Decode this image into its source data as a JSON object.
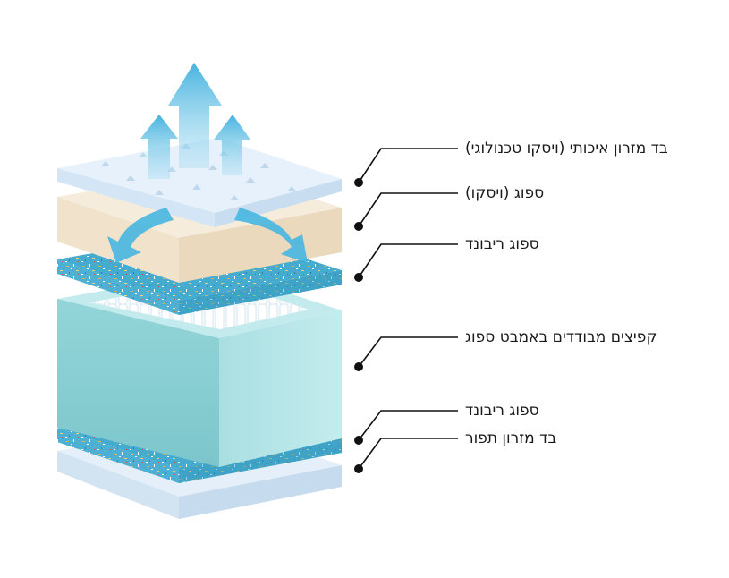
{
  "diagram": {
    "layers": [
      {
        "id": "top-fabric",
        "label": "בד מזרון איכותי (ויסקו טכנולוגי)"
      },
      {
        "id": "visco-foam",
        "label": "ספוג (ויסקו)"
      },
      {
        "id": "rebond-foam-top",
        "label": "ספוג ריבונד"
      },
      {
        "id": "pocket-springs",
        "label": "קפיצים מבודדים באמבט ספוג"
      },
      {
        "id": "rebond-foam-bottom",
        "label": "ספוג ריבונד"
      },
      {
        "id": "bottom-fabric",
        "label": "בד מזרון תפור"
      }
    ]
  },
  "colors": {
    "fabric_top": "#e3eef9",
    "fabric_side": "#cfe1f2",
    "visco_top": "#f4ead9",
    "visco_side": "#ecdcc2",
    "rebond": "#4aaecf",
    "rebond_dark": "#2f93b8",
    "spring_box_front": "#8fd3d6",
    "spring_box_top": "#bfe8ea",
    "springs": "#ffffff",
    "arrow": "#4ab6e0",
    "leader_line": "#111111"
  }
}
